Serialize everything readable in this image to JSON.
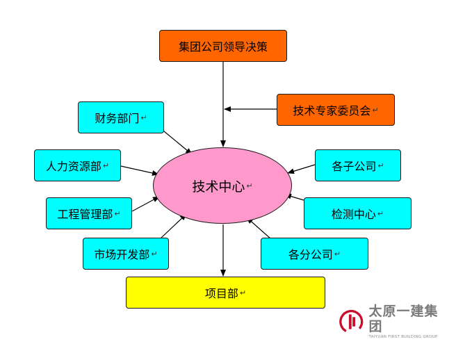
{
  "colors": {
    "cyan": "#00FFFF",
    "orange": "#FF6600",
    "yellow": "#FFFF00",
    "pink": "#FF99CC",
    "line": "#000000",
    "logo_red": "#C8102E",
    "logo_grey": "#7A7A7A"
  },
  "diagram": {
    "top_decision": {
      "label": "集团公司领导决策"
    },
    "expert_committee": {
      "label": "技术专家委员会",
      "mark": "↵"
    },
    "center": {
      "label": "技术中心",
      "mark": "↵"
    },
    "left_units": [
      {
        "label": "财务部门",
        "mark": "↵"
      },
      {
        "label": "人力资源部",
        "mark": "↵"
      },
      {
        "label": "工程管理部",
        "mark": "↵"
      },
      {
        "label": "市场开发部",
        "mark": "↵"
      }
    ],
    "right_units": [
      {
        "label": "各子公司",
        "mark": "↵"
      },
      {
        "label": "检测中心",
        "mark": "↵"
      },
      {
        "label": "各分公司",
        "mark": "↵"
      }
    ],
    "bottom": {
      "label": "项目部",
      "mark": "↵"
    }
  },
  "logo": {
    "name_cn": "太原一建集团",
    "name_en": "TAIYUAN FIRST BUILDING GROUP",
    "icon": "taiyuan-first-building-logo-icon"
  }
}
